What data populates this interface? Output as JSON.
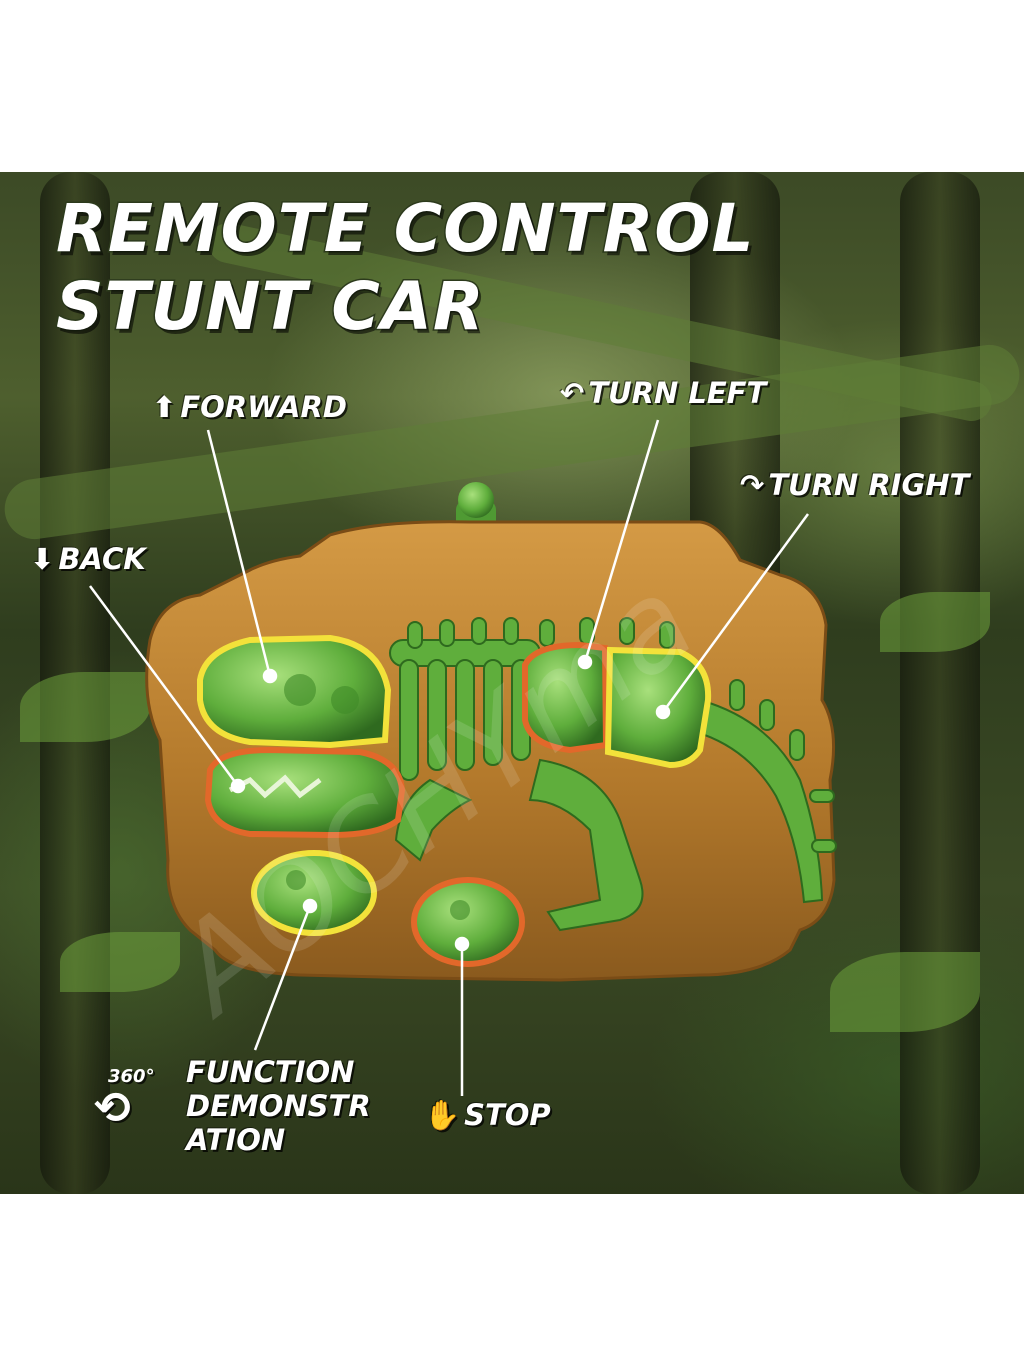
{
  "title": {
    "line1": "REMOTE CONTROL",
    "line2": "STUNT CAR"
  },
  "controls": {
    "forward": "FORWARD",
    "back": "BACK",
    "turn_left": "TURN LEFT",
    "turn_right": "TURN RIGHT",
    "stop": "STOP",
    "function_line1": "FUNCTION",
    "function_line2": "DEMONSTR",
    "function_line3": "ATION",
    "rotation": "360°"
  },
  "icons": {
    "forward": "arrow-up-icon",
    "back": "arrow-down-icon",
    "turn_left": "curved-arrow-left-icon",
    "turn_right": "curved-arrow-right-icon",
    "stop": "hand-icon",
    "function": "rotate-360-icon"
  },
  "colors": {
    "remote_body": "#b47a2c",
    "button_green": "#5fae3c",
    "highlight_yellow": "#f3e23a",
    "highlight_orange": "#e2682a"
  }
}
